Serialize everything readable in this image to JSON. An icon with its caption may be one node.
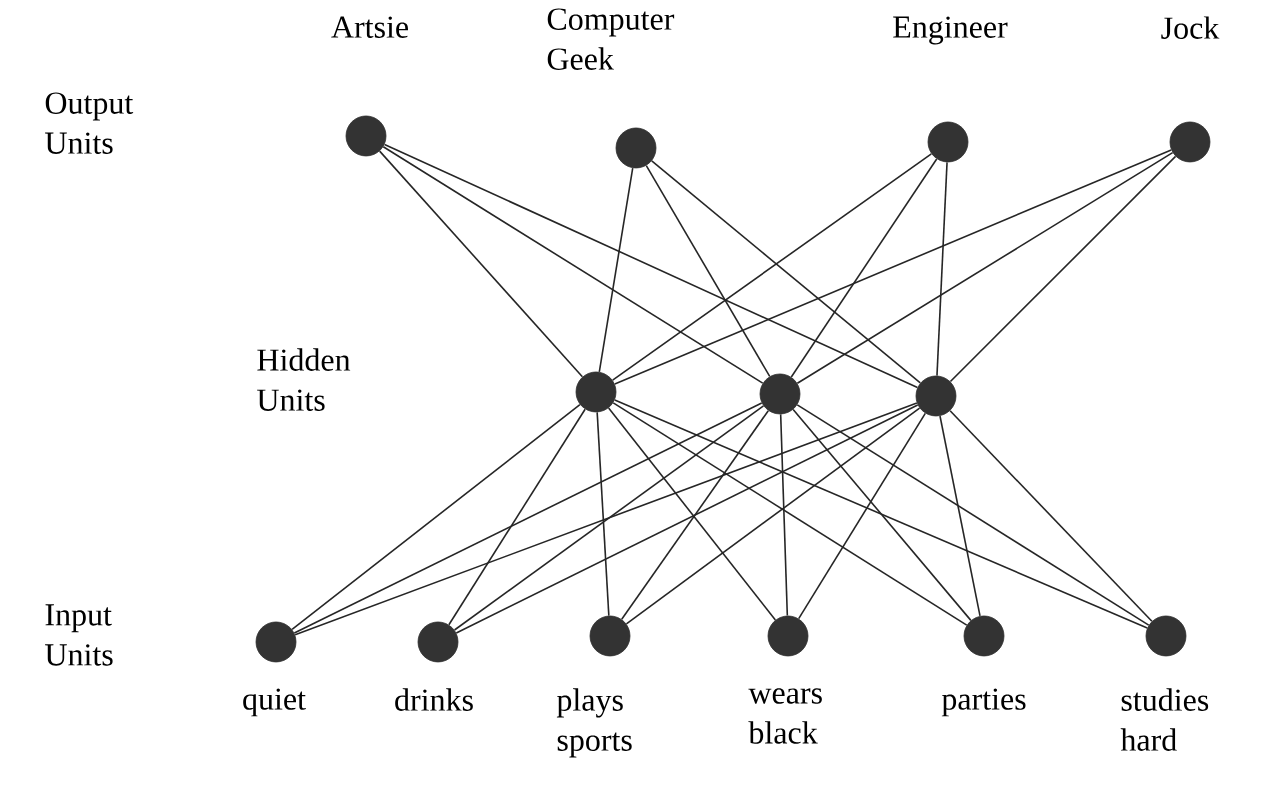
{
  "diagram": {
    "nodes": [
      {
        "text": [
          "Artsie"
        ]
      },
      {
        "text": [
          "Computer Geek"
        ]
      },
      {
        "text": [
          "Engineer"
        ]
      },
      {
        "text": [
          "Jock"
        ]
      },
      {
        "text": [],
        "shape": "circle"
      },
      {
        "text": [],
        "shape": "circle"
      },
      {
        "text": [],
        "shape": "circle"
      },
      {
        "text": [
          "quiet"
        ]
      },
      {
        "text": [
          "drinks"
        ]
      },
      {
        "text": [
          "plays sports"
        ]
      },
      {
        "text": [
          "wears black"
        ]
      },
      {
        "text": [
          "parties"
        ]
      },
      {
        "text": [
          "studies hard"
        ]
      }
    ],
    "edges": [
      {
        "from": 0,
        "to": 4,
        "arrow": "none"
      },
      {
        "from": 0,
        "to": 5,
        "arrow": "none"
      },
      {
        "from": 0,
        "to": 6,
        "arrow": "none"
      },
      {
        "from": 1,
        "to": 4,
        "arrow": "none"
      },
      {
        "from": 1,
        "to": 5,
        "arrow": "none"
      },
      {
        "from": 1,
        "to": 6,
        "arrow": "none"
      },
      {
        "from": 2,
        "to": 4,
        "arrow": "none"
      },
      {
        "from": 2,
        "to": 5,
        "arrow": "none"
      },
      {
        "from": 2,
        "to": 6,
        "arrow": "none"
      },
      {
        "from": 3,
        "to": 4,
        "arrow": "none"
      },
      {
        "from": 3,
        "to": 5,
        "arrow": "none"
      },
      {
        "from": 3,
        "to": 6,
        "arrow": "none"
      },
      {
        "from": 4,
        "to": 7,
        "arrow": "none"
      },
      {
        "from": 4,
        "to": 8,
        "arrow": "none"
      },
      {
        "from": 4,
        "to": 9,
        "arrow": "none"
      },
      {
        "from": 4,
        "to": 10,
        "arrow": "none"
      },
      {
        "from": 4,
        "to": 11,
        "arrow": "none"
      },
      {
        "from": 4,
        "to": 12,
        "arrow": "none"
      },
      {
        "from": 5,
        "to": 7,
        "arrow": "none"
      },
      {
        "from": 5,
        "to": 8,
        "arrow": "none"
      },
      {
        "from": 5,
        "to": 9,
        "arrow": "none"
      },
      {
        "from": 5,
        "to": 10,
        "arrow": "none"
      },
      {
        "from": 5,
        "to": 11,
        "arrow": "none"
      },
      {
        "from": 5,
        "to": 12,
        "arrow": "none"
      },
      {
        "from": 6,
        "to": 7,
        "arrow": "none"
      },
      {
        "from": 6,
        "to": 8,
        "arrow": "none"
      },
      {
        "from": 6,
        "to": 9,
        "arrow": "none"
      },
      {
        "from": 6,
        "to": 10,
        "arrow": "none"
      },
      {
        "from": 6,
        "to": 11,
        "arrow": "none"
      },
      {
        "from": 6,
        "to": 12,
        "arrow": "none"
      }
    ],
    "labels": [
      "Output Units",
      "Hidden Units",
      "Input Units"
    ]
  }
}
